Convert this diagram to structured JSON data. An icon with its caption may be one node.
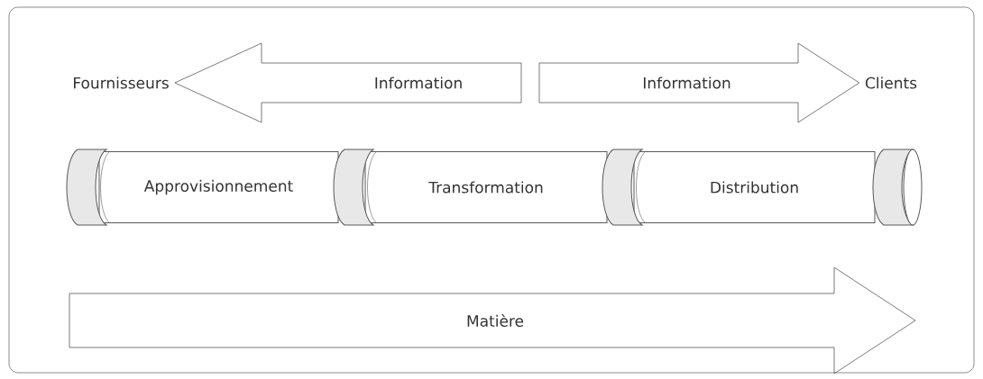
{
  "diagram": {
    "nodes": [
      {
        "text": [
          "Fournisseurs"
        ]
      },
      {
        "text": [
          "Clients"
        ]
      },
      {
        "text": [
          "Approvisionnement"
        ]
      },
      {
        "text": [
          "Transformation"
        ]
      },
      {
        "text": [
          "Distribution"
        ]
      }
    ],
    "edges": [
      {
        "from": null,
        "to": 0,
        "arrow": "to",
        "label": "Information"
      },
      {
        "from": null,
        "to": 1,
        "arrow": "to",
        "label": "Information"
      }
    ],
    "labels": [
      "Matière"
    ]
  }
}
